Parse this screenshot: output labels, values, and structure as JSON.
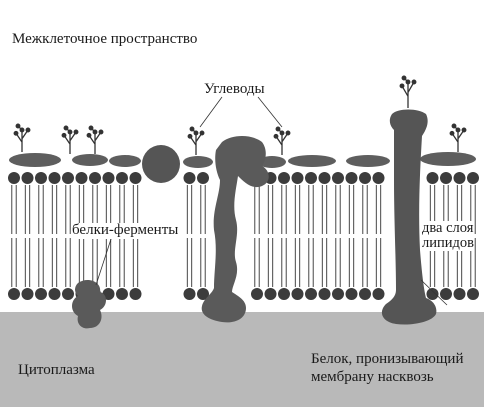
{
  "labels": {
    "extracellular_space": "Межклеточное пространство",
    "carbohydrates": "Углеводы",
    "enzyme_proteins": "белки-ферменты",
    "lipid_bilayer_line1": "два слоя",
    "lipid_bilayer_line2": "липидов",
    "cytoplasm": "Цитоплазма",
    "through_protein_line1": "Белок, пронизывающий",
    "through_protein_line2": "мембрану насквозь"
  },
  "colors": {
    "cytoplasm": "#b9b9b9",
    "lipid_head": "#3a3a3a",
    "protein": "#5a5a5a",
    "tail": "#333333",
    "text": "#1a1a1a"
  }
}
